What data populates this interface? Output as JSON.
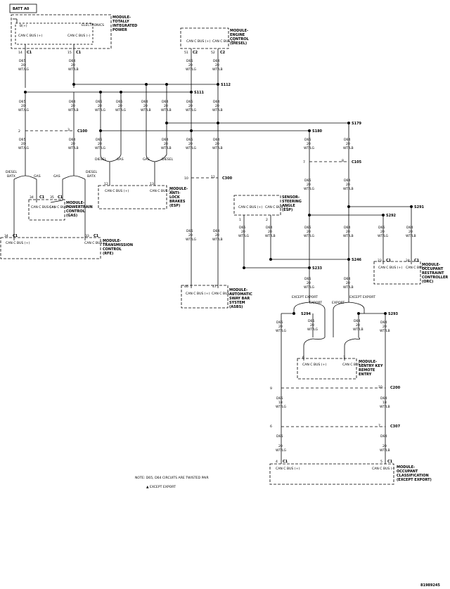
{
  "header": {
    "batt_label": "BATT A0"
  },
  "modules": {
    "tipm": {
      "title_1": "MODULE-",
      "title_2": "TOTALLY",
      "title_3": "INTEGRATED",
      "title_4": "POWER",
      "b_plus": "B(+)",
      "electronics": "ELECTRONICS",
      "bus_plus": "CAN C BUS (+)",
      "bus_minus": "CAN C BUS (-)",
      "pin_a": "14",
      "pin_b": "15",
      "conn": "C1"
    },
    "ecm": {
      "title_1": "MODULE-",
      "title_2": "ENGINE",
      "title_3": "CONTROL",
      "title_4": "(DIESEL)",
      "bus_plus": "CAN C BUS (+)",
      "bus_minus": "CAN C BUS (-)",
      "pin_a": "51",
      "pin_b": "52",
      "conn_a": "C2",
      "conn_b": "C2"
    },
    "pcm": {
      "title_1": "MODULE-",
      "title_2": "POWERTRAIN",
      "title_3": "CONTROL",
      "title_4": "(GAS)",
      "bus_plus": "CAN C BUS (+)",
      "bus_minus": "CAN C BUS (-)",
      "pin_a": "34",
      "pin_b": "35",
      "conn": "C1"
    },
    "tcm": {
      "title_1": "MODULE-",
      "title_2": "TRANSMISSION",
      "title_3": "CONTROL",
      "title_4": "(RFE)",
      "bus_plus": "CAN C BUS (+)",
      "bus_minus": "CAN C BUS (-)",
      "pin_a": "34",
      "pin_b": "33",
      "conn": "C1"
    },
    "abs": {
      "title_1": "MODULE-",
      "title_2": "ANTI-",
      "title_3": "LOCK",
      "title_4": "BRAKES",
      "title_5": "(ESP)",
      "bus_plus": "CAN C BUS (+)",
      "bus_minus": "CAN C BUS (-)",
      "pin_a": "12",
      "pin_b": "13"
    },
    "sas": {
      "title_1": "SENSOR-",
      "title_2": "STEERING",
      "title_3": "ANGLE",
      "title_4": "(ESP)",
      "bus_plus": "CAN C BUS (+)",
      "bus_minus": "CAN C BUS (-)",
      "pin_a": "1",
      "pin_b": "2"
    },
    "asbs": {
      "title_1": "MODULE-",
      "title_2": "AUTOMATIC",
      "title_3": "SWAY BAR",
      "title_4": "SYSTEM",
      "title_5": "(ASBS)",
      "bus_plus": "CAN C BUS (+)",
      "bus_minus": "CAN C BUS (-)",
      "pin_a": "46",
      "pin_b": "47"
    },
    "orc": {
      "title_1": "MODULE-",
      "title_2": "OCCUPANT",
      "title_3": "RESTRAINT",
      "title_4": "CONTROLLER",
      "title_5": "(ORC)",
      "bus_plus": "CAN C BUS (+)",
      "bus_minus": "CAN C BUS (-)",
      "pin_a": "23",
      "pin_b": "24",
      "conn": "C1"
    },
    "skreem": {
      "title_1": "MODULE-",
      "title_2": "SENTRY KEY",
      "title_3": "REMOTE",
      "title_4": "ENTRY",
      "bus_plus": "CAN C BUS (+)",
      "bus_minus": "CAN C BUS (-)",
      "pin_a": "6",
      "pin_b": "7"
    },
    "occ": {
      "title_1": "MODULE-",
      "title_2": "OCCUPANT",
      "title_3": "CLASSIFICATION",
      "title_4": "(EXCEPT EXPORT)",
      "bus_plus": "CAN C BUS (+)",
      "bus_minus": "CAN C BUS (-)",
      "pin_a": "4",
      "pin_b": "5",
      "conn": "C1"
    }
  },
  "wires": {
    "d65": "D65",
    "d64": "D64",
    "gauge_20": "20",
    "gauge_18": "18",
    "wt_lg": "WT/LG",
    "wt_lb": "WT/LB"
  },
  "splices": {
    "s111": "S111",
    "s112": "S112",
    "s180": "S180",
    "s179": "S179",
    "s292": "S292",
    "s291": "S291",
    "s246": "S246",
    "s233": "S233",
    "s294": "S294",
    "s293": "S293"
  },
  "connectors": {
    "c100": "C100",
    "c105": "C105",
    "c300": "C300",
    "c200": "C200",
    "c307": "C307"
  },
  "pins": {
    "c100_a": "2",
    "c100_b": "3",
    "c105_a": "7",
    "c105_b": "8",
    "c300_a": "10",
    "c300_b": "11",
    "c200_a": "9",
    "c200_b": "10",
    "c307_a": "6",
    "c307_b": "7"
  },
  "options": {
    "diesel": "DIESEL",
    "gas": "GAS",
    "batx": "BATX",
    "export": "EXPORT",
    "except_export": "EXCEPT EXPORT"
  },
  "notes": {
    "twisted_pair": "NOTE: D65, D64 CIRCUITS ARE TWISTED PAIR",
    "except_export": "▲ EXCEPT EXPORT"
  },
  "figure_id": "81989245"
}
